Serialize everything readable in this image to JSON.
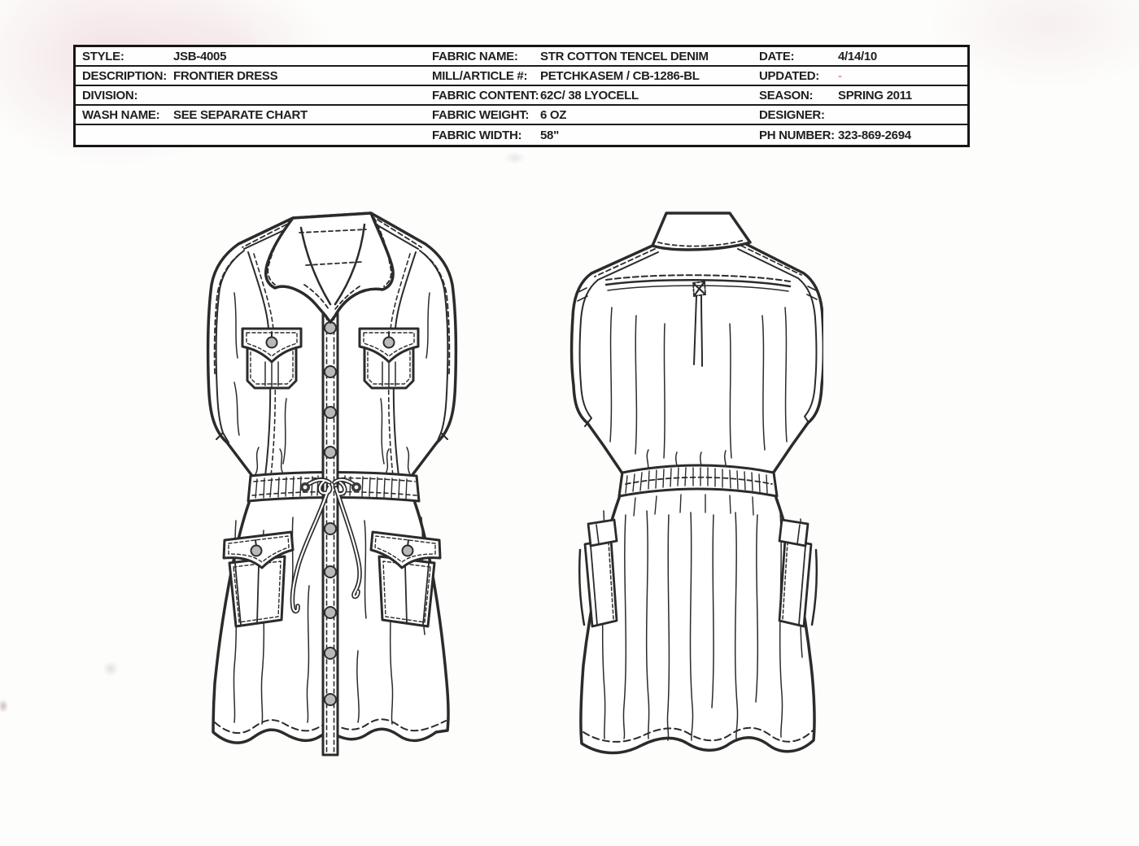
{
  "table": {
    "fields": {
      "style": {
        "label": "STYLE:",
        "value": "JSB-4005"
      },
      "description": {
        "label": "DESCRIPTION:",
        "value": "FRONTIER DRESS"
      },
      "division": {
        "label": "DIVISION:",
        "value": ""
      },
      "wash_name": {
        "label": "WASH NAME:",
        "value": "SEE SEPARATE CHART"
      },
      "blank": {
        "label": "",
        "value": ""
      },
      "fabric_name": {
        "label": "FABRIC NAME:",
        "value": "STR COTTON TENCEL DENIM"
      },
      "mill_article": {
        "label": "MILL/ARTICLE #:",
        "value": "PETCHKASEM / CB-1286-BL"
      },
      "fabric_content": {
        "label": "FABRIC CONTENT:",
        "value": "62C/ 38 LYOCELL"
      },
      "fabric_weight": {
        "label": "FABRIC WEIGHT:",
        "value": "6 OZ"
      },
      "fabric_width": {
        "label": "FABRIC WIDTH:",
        "value": "58\""
      },
      "date": {
        "label": "DATE:",
        "value": "4/14/10"
      },
      "updated": {
        "label": "UPDATED:",
        "value": "-"
      },
      "season": {
        "label": "SEASON:",
        "value": "SPRING 2011"
      },
      "designer": {
        "label": "DESIGNER:",
        "value": ""
      },
      "ph_number": {
        "label": "PH NUMBER:",
        "value": "323-869-2694"
      }
    }
  },
  "colors": {
    "ink": "#2b2b2b",
    "paper": "#fdfdfc",
    "button_fill": "#b9b9b9",
    "updated_dash": "#cf9fa8"
  }
}
